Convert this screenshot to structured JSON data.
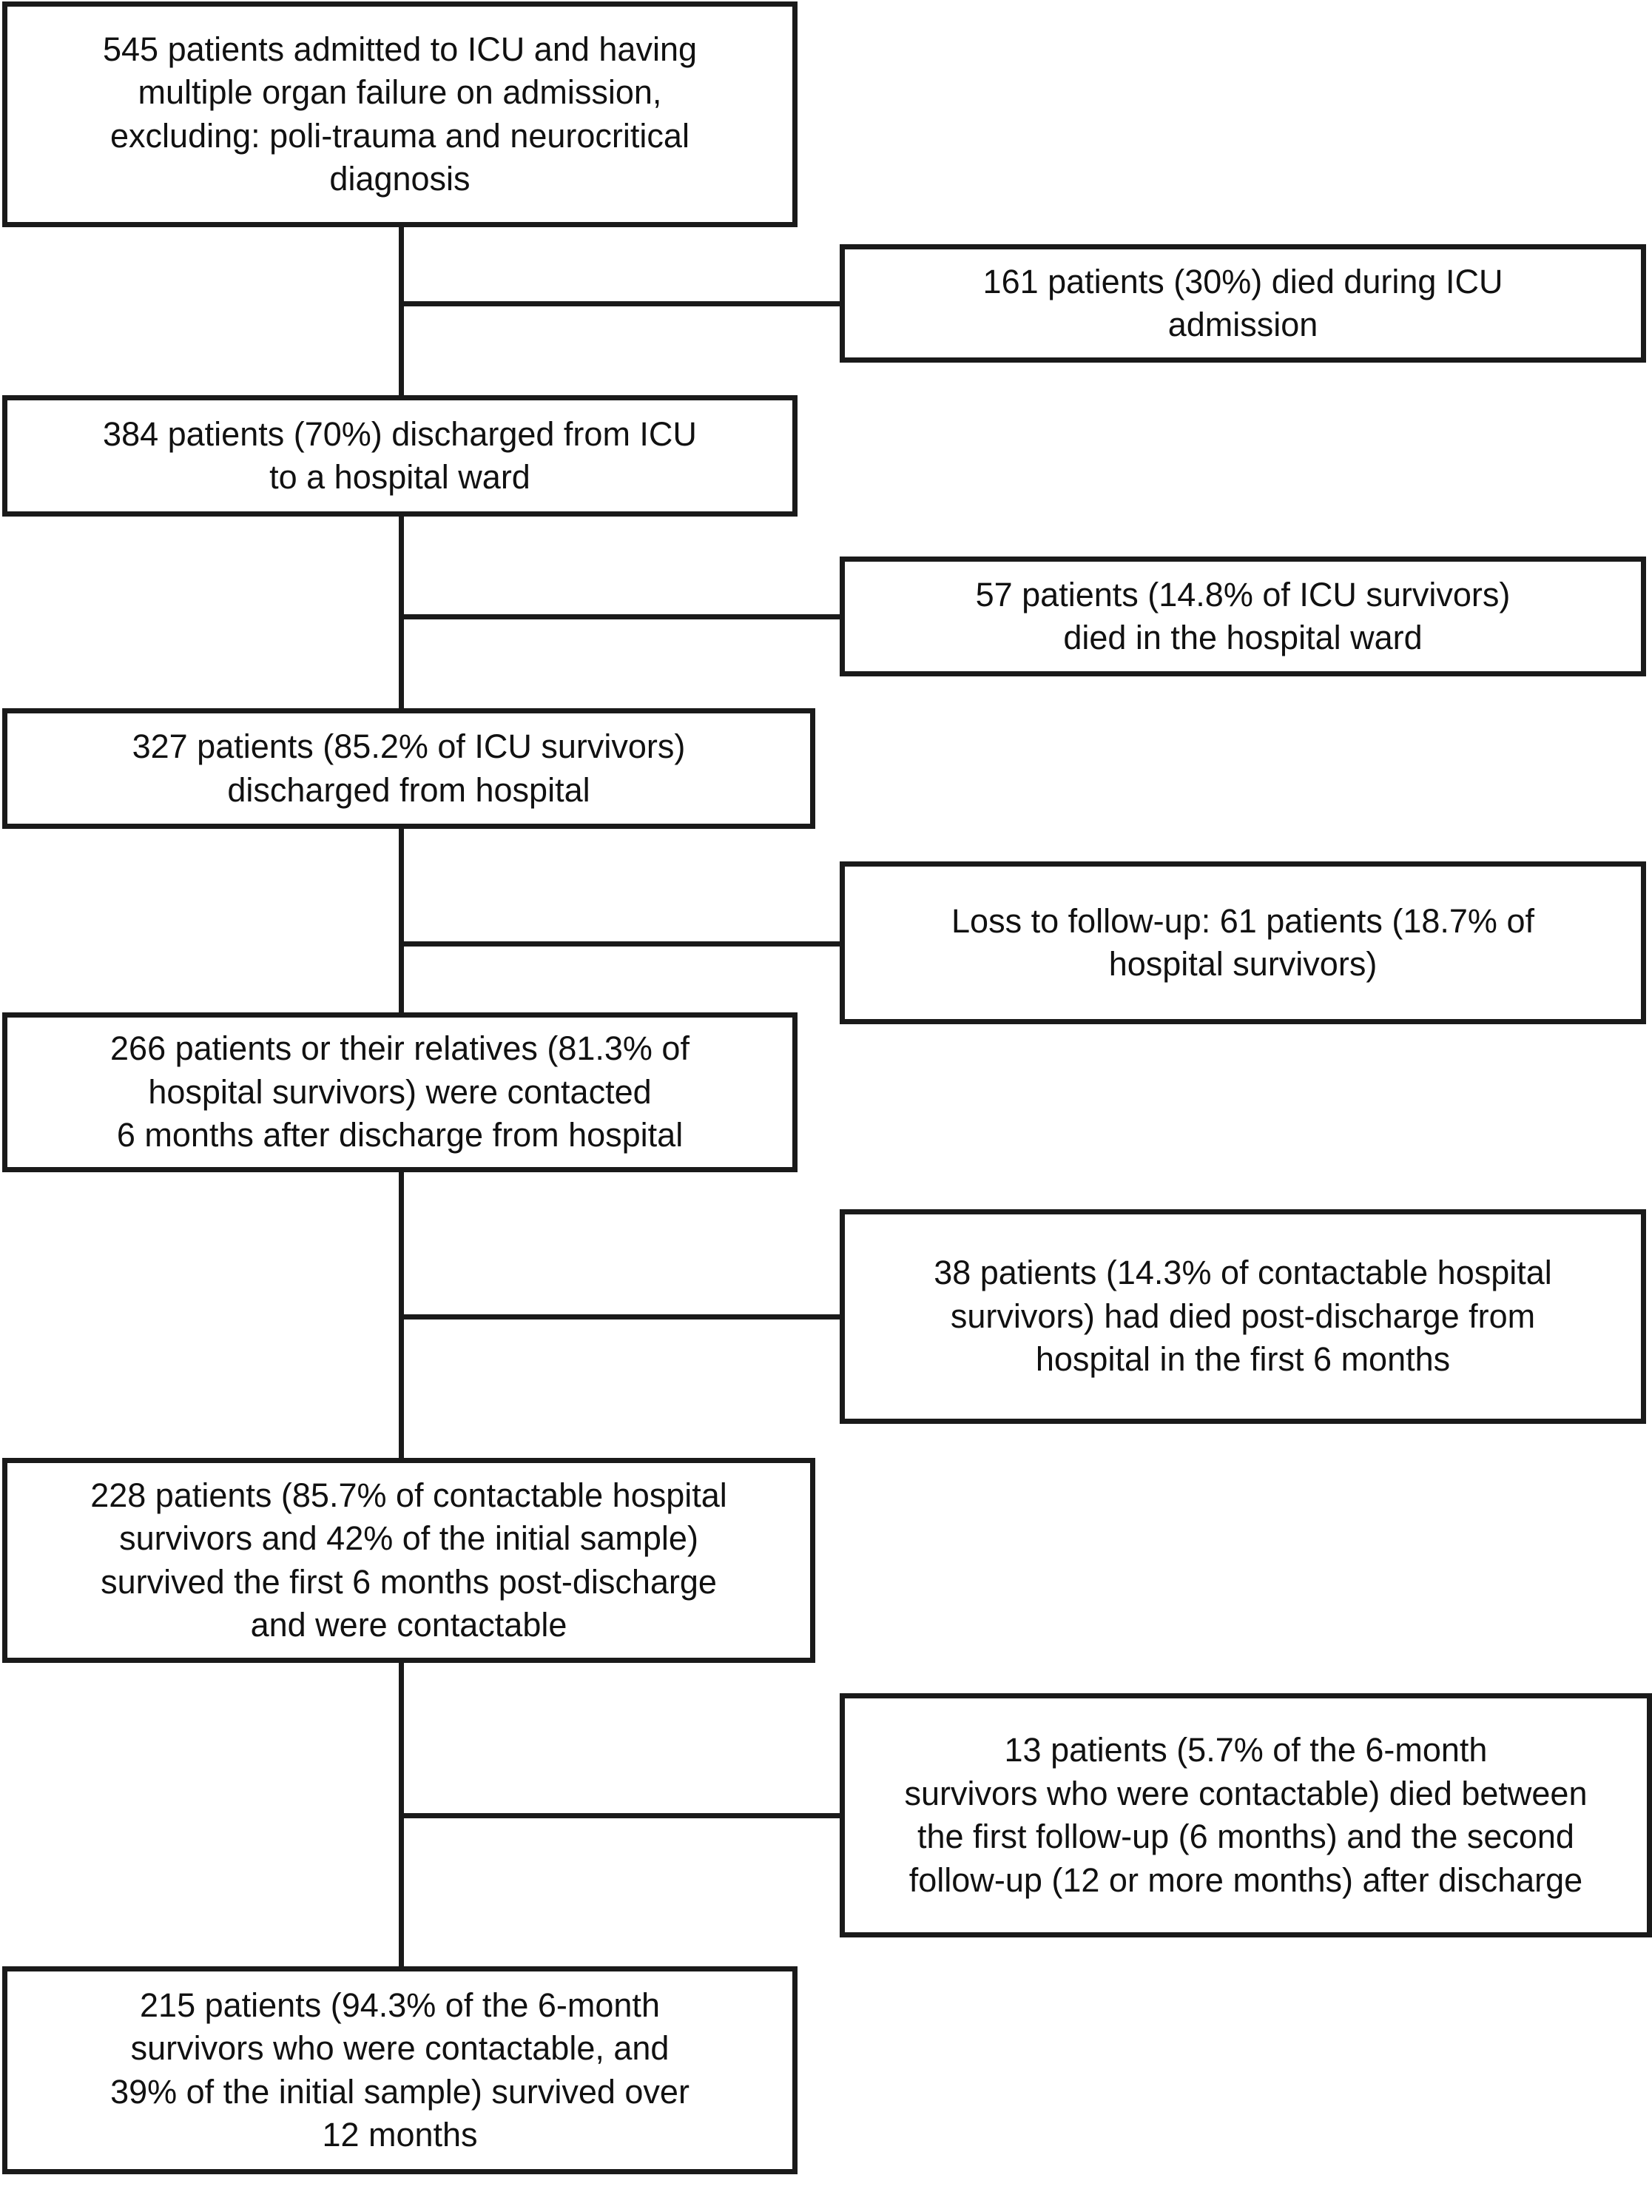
{
  "diagram": {
    "type": "flowchart",
    "title": "Patient flow through ICU admission, hospital discharge and follow-up",
    "stroke_color": "#1a1a1a",
    "background_color": "#ffffff",
    "text_color": "#111111",
    "main_nodes": [
      {
        "id": "node-enrolled",
        "label": "545 patients admitted to ICU and having\nmultiple organ  failure on admission,\nexcluding: poli-trauma and neurocritical\ndiagnosis",
        "count": 545
      },
      {
        "id": "node-icu-discharged",
        "label": "384 patients (70%) discharged from ICU\nto a hospital ward",
        "count": 384,
        "percent": "70%"
      },
      {
        "id": "node-hospital-discharged",
        "label": "327 patients (85.2% of ICU survivors)\ndischarged from hospital",
        "count": 327,
        "percent": "85.2%"
      },
      {
        "id": "node-contacted-6mo",
        "label": "266 patients or their relatives (81.3% of\nhospital survivors) were contacted\n6 months after discharge from hospital",
        "count": 266,
        "percent": "81.3%"
      },
      {
        "id": "node-survived-6mo",
        "label": "228 patients (85.7% of contactable hospital\nsurvivors and 42% of the initial sample)\nsurvived the first 6 months post-discharge\nand were contactable",
        "count": 228,
        "percent": "85.7%"
      },
      {
        "id": "node-survived-12mo",
        "label": "215 patients (94.3% of the 6-month\nsurvivors who were contactable, and\n39% of the initial sample) survived over\n12 months",
        "count": 215,
        "percent": "94.3%"
      }
    ],
    "exclusion_nodes": [
      {
        "id": "node-died-icu",
        "label": "161 patients (30%) died during ICU\nadmission",
        "count": 161,
        "percent": "30%"
      },
      {
        "id": "node-died-ward",
        "label": "57 patients (14.8% of ICU survivors)\ndied in the hospital ward",
        "count": 57,
        "percent": "14.8%"
      },
      {
        "id": "node-loss-followup",
        "label": "Loss to follow-up: 61 patients (18.7% of\nhospital survivors)",
        "count": 61,
        "percent": "18.7%"
      },
      {
        "id": "node-died-post-discharge",
        "label": "38 patients (14.3% of contactable hospital\nsurvivors) had died post-discharge from\nhospital in the first 6 months",
        "count": 38,
        "percent": "14.3%"
      },
      {
        "id": "node-died-between-followups",
        "label": "13 patients (5.7% of the 6-month\nsurvivors who were contactable) died between\nthe first follow-up (6 months) and the second\nfollow-up (12 or more months) after discharge",
        "count": 13,
        "percent": "5.7%"
      }
    ]
  }
}
